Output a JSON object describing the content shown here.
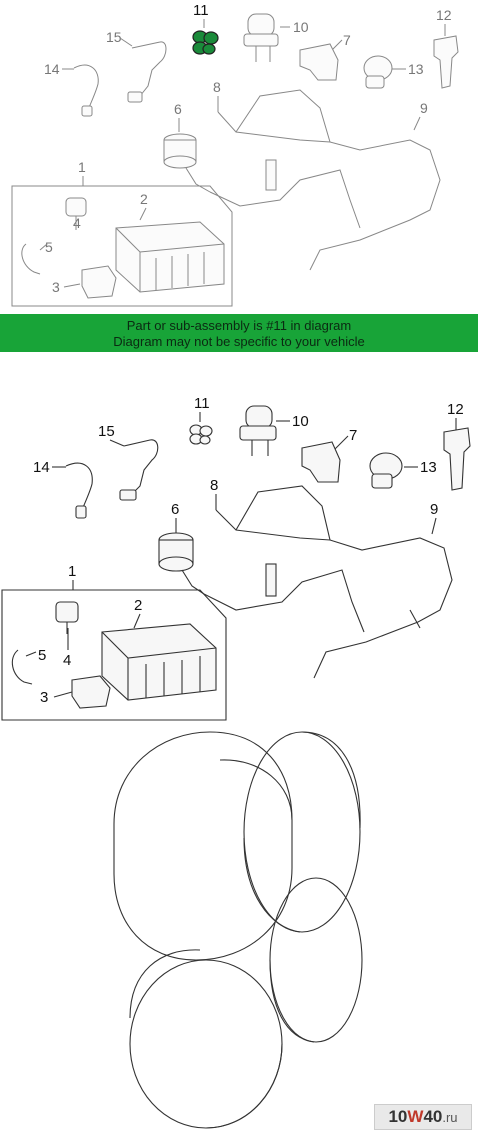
{
  "banner": {
    "line1": "Part or sub-assembly is #11 in diagram",
    "line2": "Diagram may not be specific to your vehicle",
    "color": "#18a438"
  },
  "highlight_color": "#1a8a3a",
  "callouts": [
    "1",
    "2",
    "3",
    "4",
    "5",
    "6",
    "7",
    "8",
    "9",
    "10",
    "11",
    "12",
    "13",
    "14",
    "15"
  ],
  "watermark": {
    "prefix": "10",
    "mid": "W",
    "suffix": "40",
    "tld": ".ru"
  }
}
